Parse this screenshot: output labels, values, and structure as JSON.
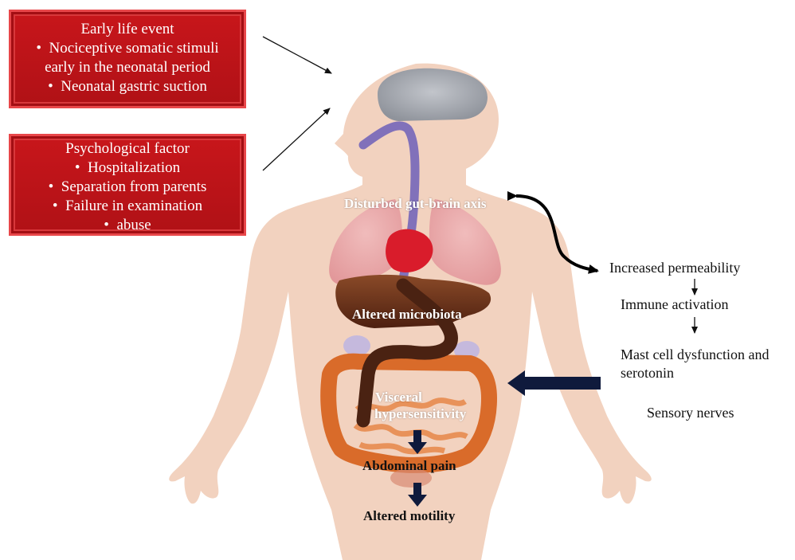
{
  "early_life_box": {
    "title": "Early life event",
    "bullets": [
      "Nociceptive somatic stimuli",
      "early in the neonatal period",
      "Neonatal gastric suction"
    ]
  },
  "psych_box": {
    "title": "Psychological factor",
    "bullets": [
      "Hospitalization",
      "Separation from parents",
      "Failure in examination",
      "abuse"
    ]
  },
  "body_labels": {
    "gut_brain": "Disturbed gut-brain axis",
    "microbiota": "Altered microbiota",
    "visceral_1": "Visceral",
    "visceral_2": "hypersensitivity",
    "abdominal_pain": "Abdominal pain",
    "motility": "Altered motility"
  },
  "side_chain": {
    "permeability": "Increased permeability",
    "immune": "Immune activation",
    "mast_1": "Mast cell dysfunction and",
    "mast_2": "serotonin",
    "sensory": "Sensory nerves"
  },
  "colors": {
    "box_red": "#c8161b",
    "skin": "#f2d2bf",
    "brain": "#a8abb3",
    "lungs": "#e9a0a5",
    "heart": "#d91c2b",
    "liver": "#6e3317",
    "intestine": "#d96b2a",
    "arrow_navy": "#0f1a3c"
  }
}
